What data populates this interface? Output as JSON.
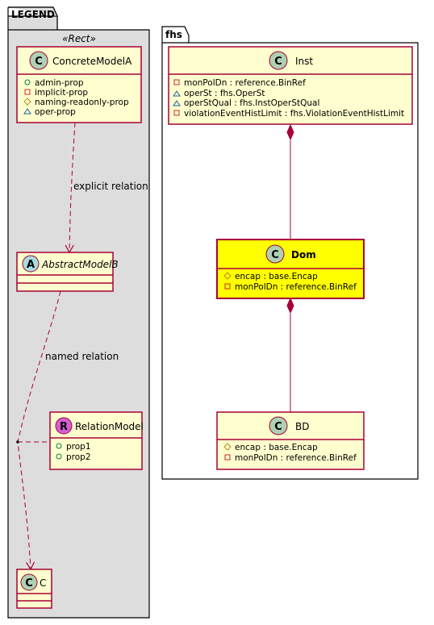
{
  "legend": {
    "title": "LEGEND",
    "stereotype": "«Rect»",
    "concrete_model": {
      "letter": "C",
      "name": "ConcreteModelA",
      "attrs": [
        {
          "vis": "public",
          "text": "admin-prop"
        },
        {
          "vis": "private",
          "text": "implicit-prop"
        },
        {
          "vis": "protected",
          "text": "naming-readonly-prop"
        },
        {
          "vis": "package",
          "text": "oper-prop"
        }
      ]
    },
    "abstract_model": {
      "letter": "A",
      "name": "AbstractModelB"
    },
    "relation_model": {
      "letter": "R",
      "name": "RelationModel",
      "attrs": [
        {
          "vis": "public",
          "text": "prop1"
        },
        {
          "vis": "public",
          "text": "prop2"
        }
      ]
    },
    "target_class": {
      "letter": "C",
      "name": "C"
    },
    "explicit_relation_label": "explicit relation",
    "named_relation_label": "named relation"
  },
  "fhs": {
    "title": "fhs",
    "inst": {
      "letter": "C",
      "name": "Inst",
      "attrs": [
        {
          "vis": "private",
          "text": "monPolDn : reference.BinRef"
        },
        {
          "vis": "package",
          "text": "operSt : fhs.OperSt"
        },
        {
          "vis": "package",
          "text": "operStQual : fhs.InstOperStQual"
        },
        {
          "vis": "private",
          "text": "violationEventHistLimit : fhs.ViolationEventHistLimit"
        }
      ]
    },
    "dom": {
      "letter": "C",
      "name": "Dom",
      "attrs": [
        {
          "vis": "protected",
          "text": "encap : base.Encap"
        },
        {
          "vis": "private",
          "text": "monPolDn : reference.BinRef"
        }
      ]
    },
    "bd": {
      "letter": "C",
      "name": "BD",
      "attrs": [
        {
          "vis": "protected",
          "text": "encap : base.Encap"
        },
        {
          "vis": "private",
          "text": "monPolDn : reference.BinRef"
        }
      ]
    }
  },
  "colors": {
    "class_fill": "#FEFECE",
    "highlight_fill": "#FFFF00",
    "border": "#A80036",
    "legend_bg": "#DDDDDD",
    "circle_c": "#ADD1B2",
    "circle_a": "#A9DCDF",
    "circle_r": "#D65DD6"
  }
}
